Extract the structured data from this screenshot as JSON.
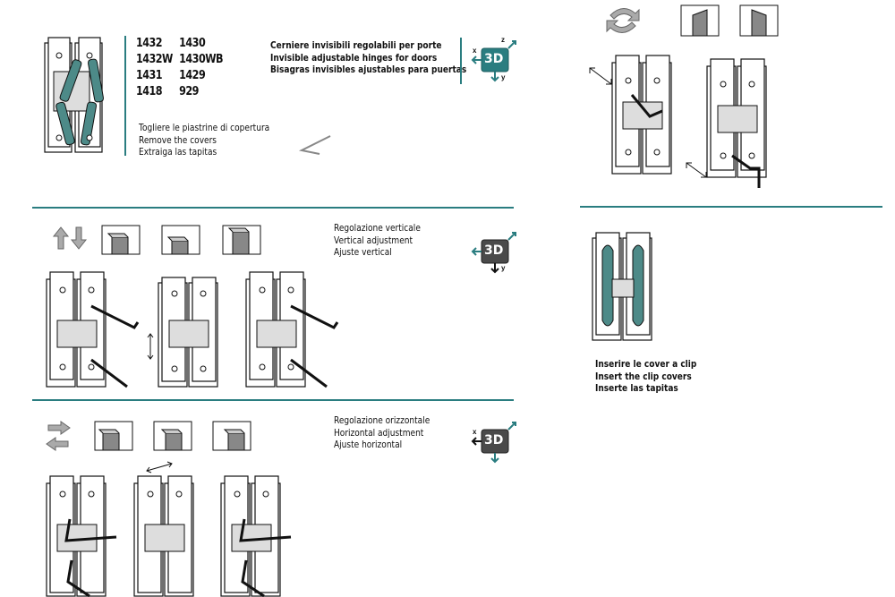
{
  "models": [
    "1432",
    "1430",
    "1432W",
    "1430WB",
    "1431",
    "1429",
    "1418",
    "929"
  ],
  "title": {
    "it": "Cerniere invisibili regolabili per porte",
    "en": "Invisible adjustable hinges for doors",
    "es": "Bisagras invisibles ajustables para puertas"
  },
  "remove_covers": {
    "it": "Togliere le piastrine di copertura",
    "en": "Remove the covers",
    "es": "Extraiga las tapitas"
  },
  "vertical": {
    "it": "Regolazione verticale",
    "en": "Vertical adjustment",
    "es": "Ajuste vertical"
  },
  "horizontal": {
    "it": "Regolazione orizzontale",
    "en": "Horizontal adjustment",
    "es": "Ajuste horizontal"
  },
  "insert_covers": {
    "it": "Inserire le cover a clip",
    "en": "Insert the clip covers",
    "es": "Inserte las tapitas"
  },
  "badge": {
    "label": "3D",
    "axis_x": "x",
    "axis_y": "y",
    "axis_z": "z",
    "color": "#2a7d80",
    "dark": "#4a4a4a"
  },
  "icons": [
    "hinge-icon",
    "hex-key-icon",
    "rotate-arrows-icon",
    "vertical-arrows-icon",
    "horizontal-arrows-icon",
    "door-profile-icon",
    "3d-badge-icon"
  ]
}
